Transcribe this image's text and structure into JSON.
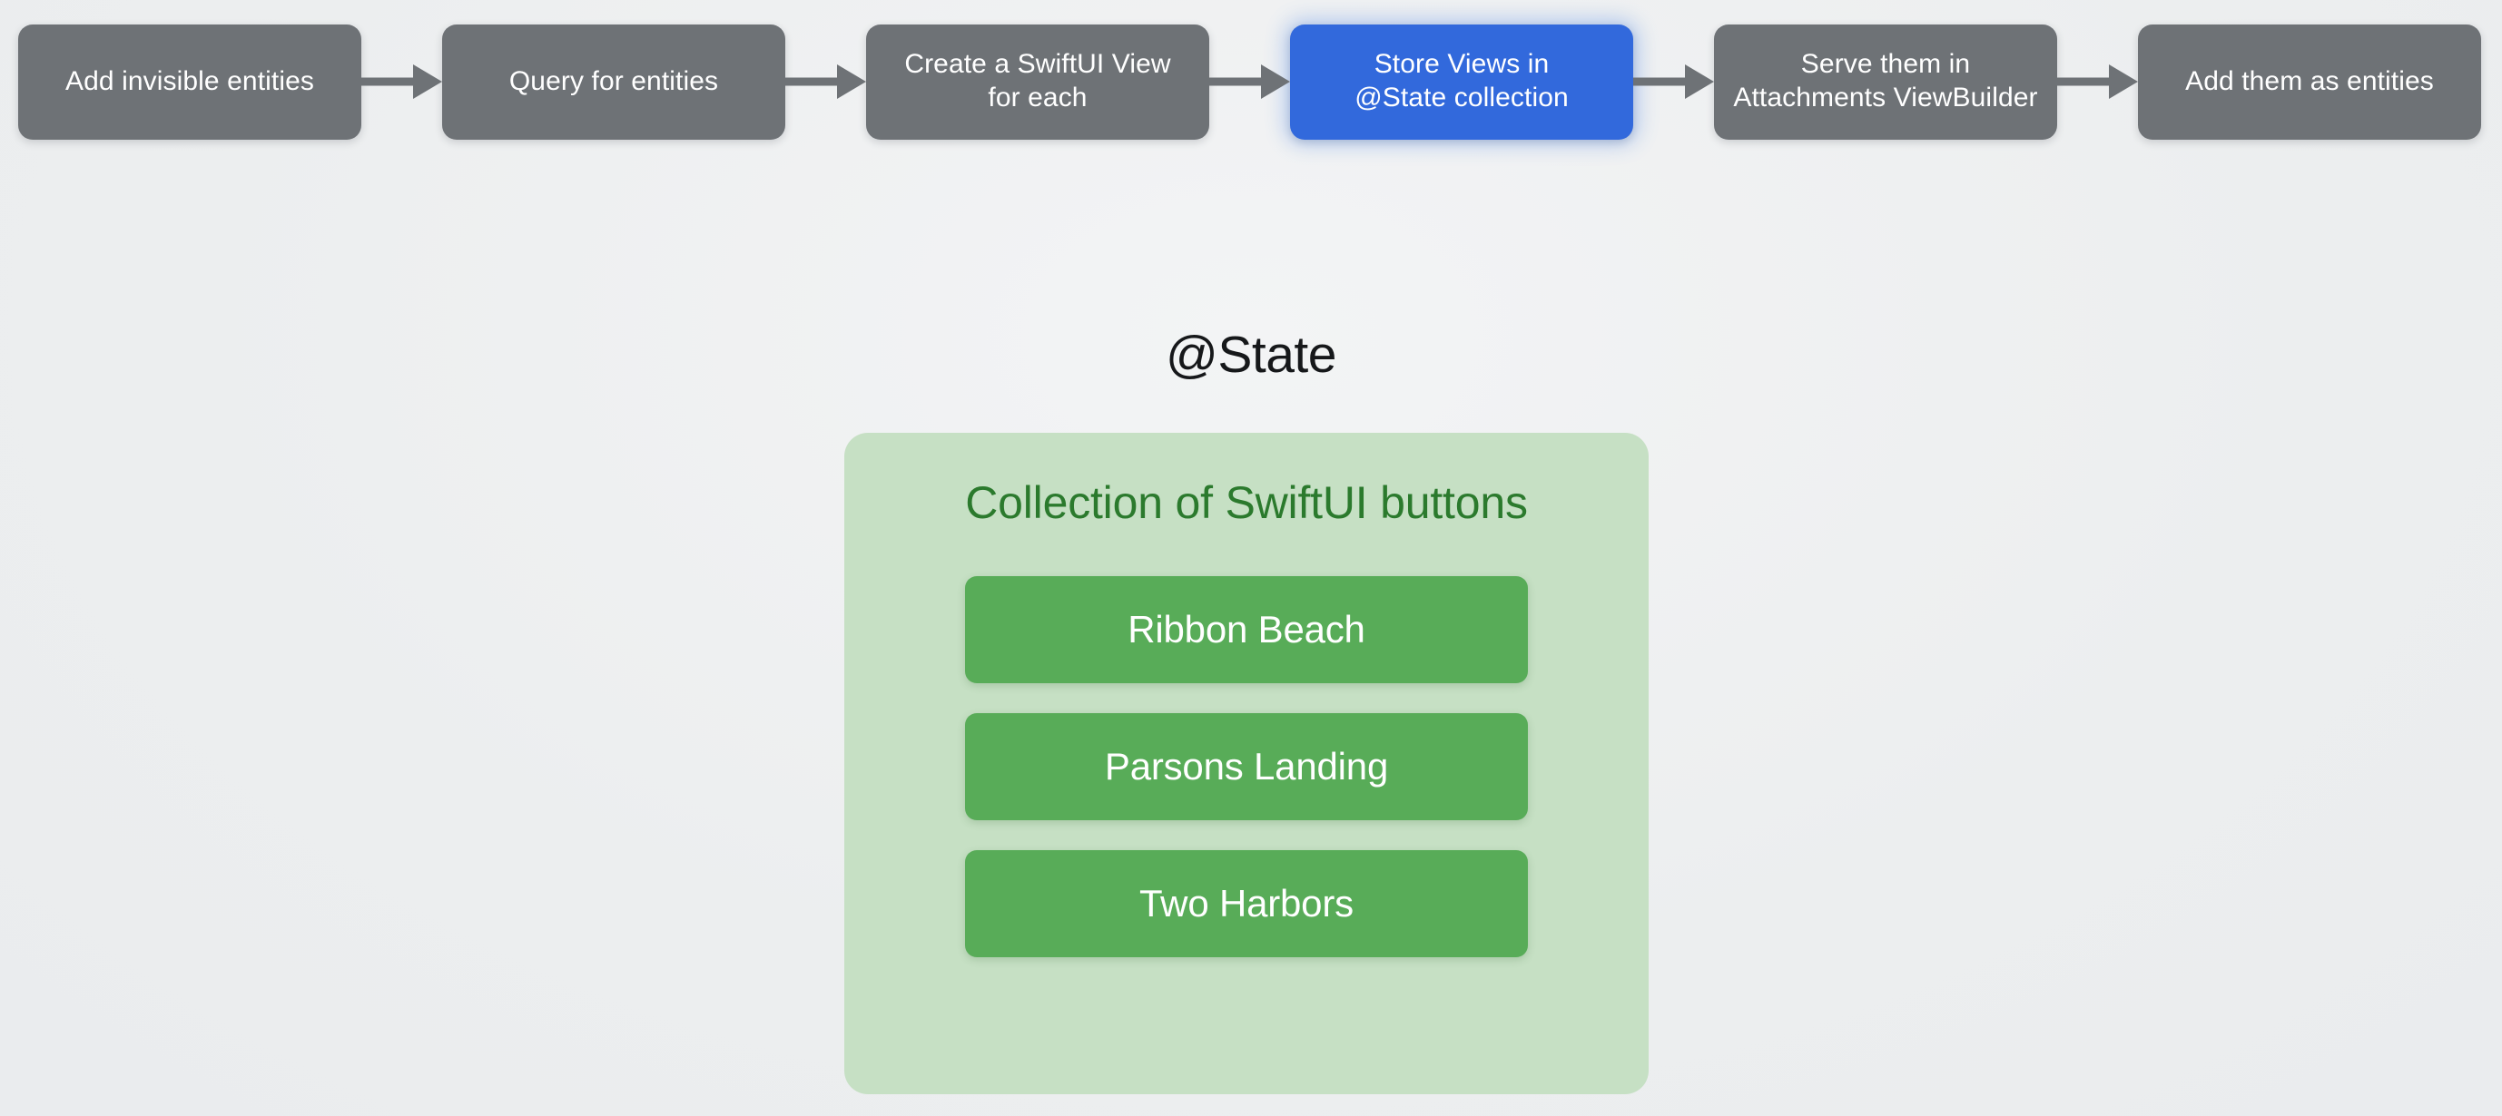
{
  "diagram": {
    "flow": {
      "arrow_color": "#6e7276",
      "nodes": [
        {
          "label": "Add invisible entities",
          "state": "default",
          "color": "#6e7276"
        },
        {
          "label": "Query for entities",
          "state": "default",
          "color": "#6e7276"
        },
        {
          "label": "Create a SwiftUI View\nfor each",
          "state": "default",
          "color": "#6e7276"
        },
        {
          "label": "Store Views in\n@State collection",
          "state": "highlighted",
          "color": "#3269dc"
        },
        {
          "label": "Serve them in\nAttachments ViewBuilder",
          "state": "default",
          "color": "#6e7276"
        },
        {
          "label": "Add them as entities",
          "state": "default",
          "color": "#6e7276"
        }
      ]
    },
    "state_section": {
      "heading": "@State",
      "heading_color": "#16181a",
      "panel": {
        "title": "Collection of SwiftUI buttons",
        "title_color": "#2b7a2d",
        "background_color": "#c6e0c4",
        "buttons": [
          {
            "label": "Ribbon Beach",
            "color": "#58ac58"
          },
          {
            "label": "Parsons Landing",
            "color": "#58ac58"
          },
          {
            "label": "Two Harbors",
            "color": "#58ac58"
          }
        ]
      }
    },
    "canvas": {
      "background_color": "#eef0f1"
    }
  }
}
